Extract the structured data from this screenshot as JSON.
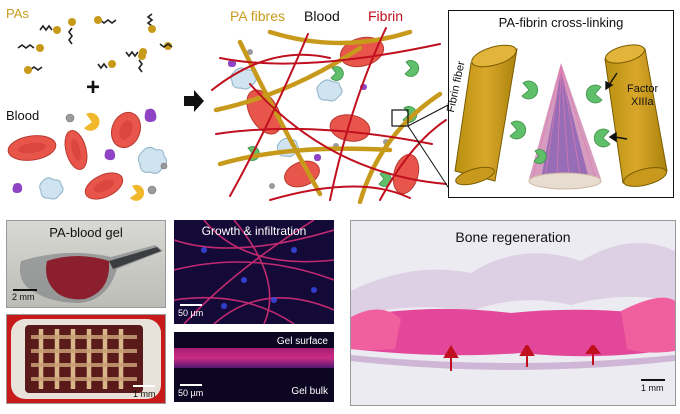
{
  "top_left": {
    "pas_label": "PAs",
    "plus_sign": "+",
    "blood_label": "Blood",
    "colors": {
      "pas": "#c89a1c",
      "rbc": "#e8554a",
      "platelet": "#8e44c4",
      "wbc": "#cfe3f0",
      "yellow": "#f1b82c"
    }
  },
  "top_middle": {
    "pa_fibres_label": "PA fibres",
    "blood_label": "Blood",
    "fibrin_label": "Fibrin",
    "colors": {
      "pa_fibres": "#c89a1c",
      "blood": "#111111",
      "fibrin": "#c0101f"
    }
  },
  "inset": {
    "title": "PA-fibrin cross-linking",
    "fibrin_fiber_label": "Fibrin fiber",
    "factor_label_line1": "Factor",
    "factor_label_line2": "XIIIa"
  },
  "bottom": {
    "pa_blood_gel": {
      "title": "PA-blood gel",
      "scale": "2 mm"
    },
    "printed_gel": {
      "scale": "1 mm"
    },
    "growth": {
      "title": "Growth & infiltration",
      "scale": "50 µm"
    },
    "gel_section": {
      "top_label": "Gel surface",
      "bottom_label": "Gel bulk",
      "scale": "50 µm"
    },
    "bone": {
      "title": "Bone regeneration",
      "scale": "1 mm"
    }
  }
}
